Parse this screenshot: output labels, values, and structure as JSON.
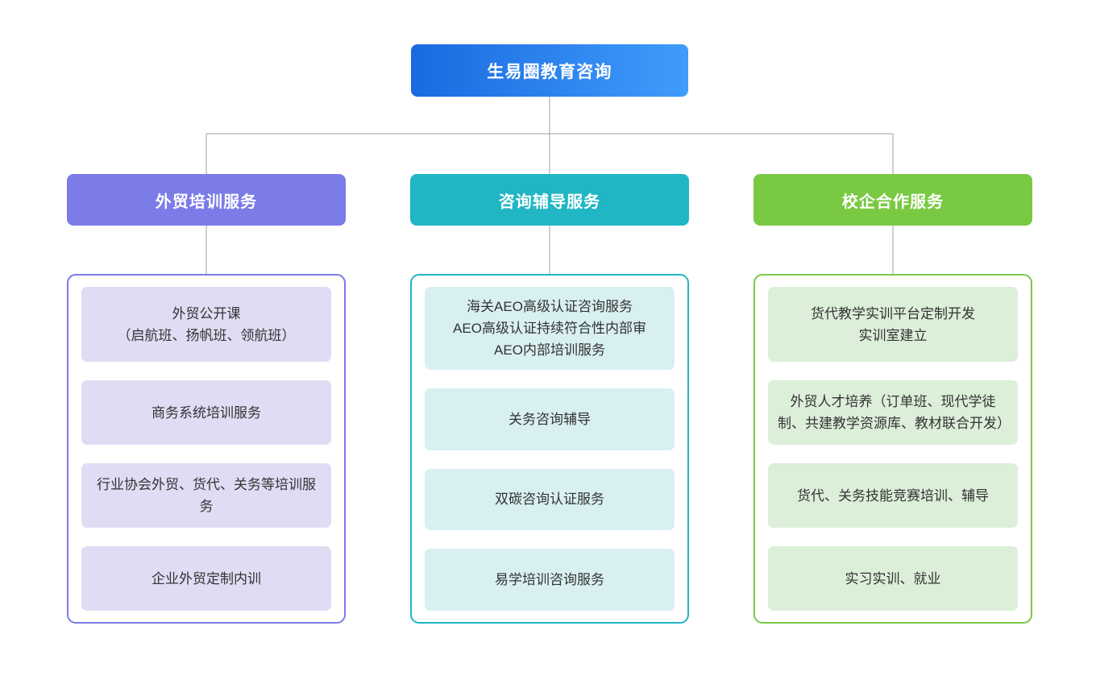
{
  "diagram": {
    "type": "organization-chart",
    "root": {
      "label": "生易圈教育咨询",
      "gradient_from": "#1a6ae0",
      "gradient_to": "#3f9cfb"
    },
    "connector_color": "#9aa0aa",
    "branches": [
      {
        "label": "外贸培训服务",
        "header_color": "#7b7ce8",
        "panel_border": "#7b7ce8",
        "card_fill": "#e0dcf4",
        "items": [
          "外贸公开课\n（启航班、扬帆班、领航班）",
          "商务系统培训服务",
          "行业协会外贸、货代、关务等培训服务",
          "企业外贸定制内训"
        ]
      },
      {
        "label": "咨询辅导服务",
        "header_color": "#21b6c4",
        "panel_border": "#21b6c4",
        "card_fill": "#d9f0f2",
        "items": [
          "海关AEO高级认证咨询服务\nAEO高级认证持续符合性内部审\nAEO内部培训服务",
          "关务咨询辅导",
          "双碳咨询认证服务",
          "易学培训咨询服务"
        ]
      },
      {
        "label": "校企合作服务",
        "header_color": "#7ac943",
        "panel_border": "#7ac943",
        "card_fill": "#dcefd9",
        "items": [
          "货代教学实训平台定制开发\n实训室建立",
          "外贸人才培养（订单班、现代学徒制、共建教学资源库、教材联合开发）",
          "货代、关务技能竞赛培训、辅导",
          "实习实训、就业"
        ]
      }
    ]
  }
}
